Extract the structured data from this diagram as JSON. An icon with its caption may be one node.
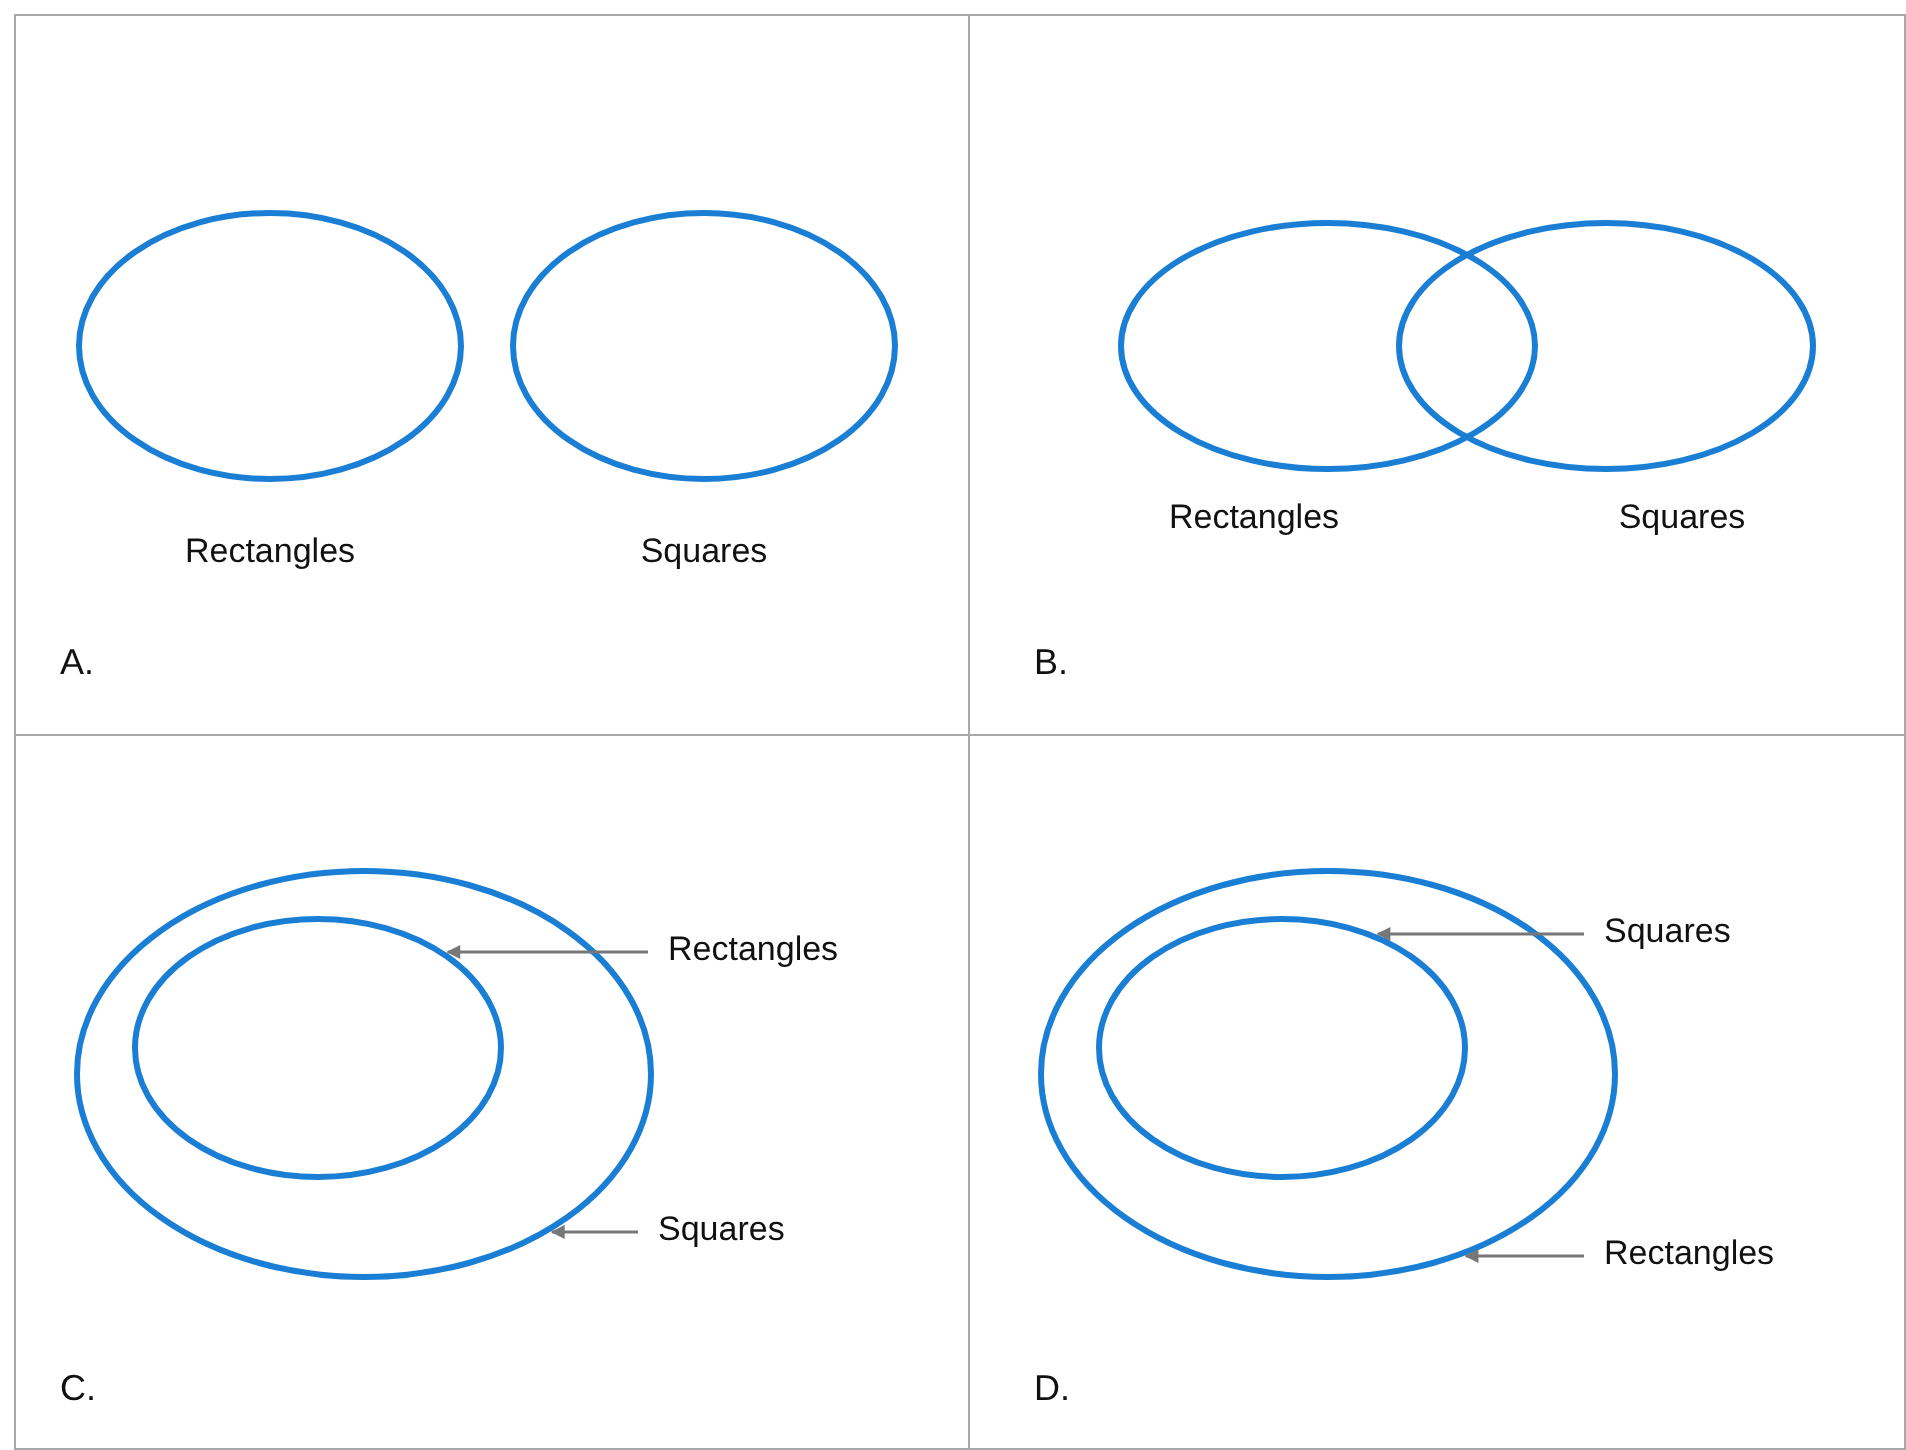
{
  "diagram": {
    "nodes": [
      {
        "text": [
          "A."
        ]
      },
      {
        "text": [],
        "shape": "ellipse",
        "in": 0,
        "beside": [
          "Rectangles"
        ]
      },
      {
        "text": [],
        "shape": "ellipse",
        "in": 0,
        "beside": [
          "Squares"
        ]
      },
      {
        "text": [
          "B."
        ]
      },
      {
        "text": [],
        "shape": "ellipse",
        "in": 3,
        "beside": [
          "Rectangles"
        ]
      },
      {
        "text": [],
        "shape": "ellipse",
        "in": 3,
        "beside": [
          "Squares"
        ]
      },
      {
        "text": [
          "C."
        ]
      },
      {
        "text": [],
        "shape": "ellipse",
        "in": 6
      },
      {
        "text": [],
        "shape": "ellipse",
        "in": 7
      },
      {
        "text": [
          "Rectangles"
        ],
        "in": 6
      },
      {
        "text": [
          "Squares"
        ],
        "in": 6
      },
      {
        "text": [
          "D."
        ]
      },
      {
        "text": [],
        "shape": "ellipse",
        "in": 11
      },
      {
        "text": [],
        "shape": "ellipse",
        "in": 12
      },
      {
        "text": [
          "Squares"
        ],
        "in": 11
      },
      {
        "text": [
          "Rectangles"
        ],
        "in": 11
      }
    ],
    "edges": [
      {
        "from": 9,
        "to": 8,
        "arrow": "to"
      },
      {
        "from": 10,
        "to": 7,
        "arrow": "to"
      },
      {
        "from": 14,
        "to": 13,
        "arrow": "to"
      },
      {
        "from": 15,
        "to": 12,
        "arrow": "to"
      }
    ]
  }
}
